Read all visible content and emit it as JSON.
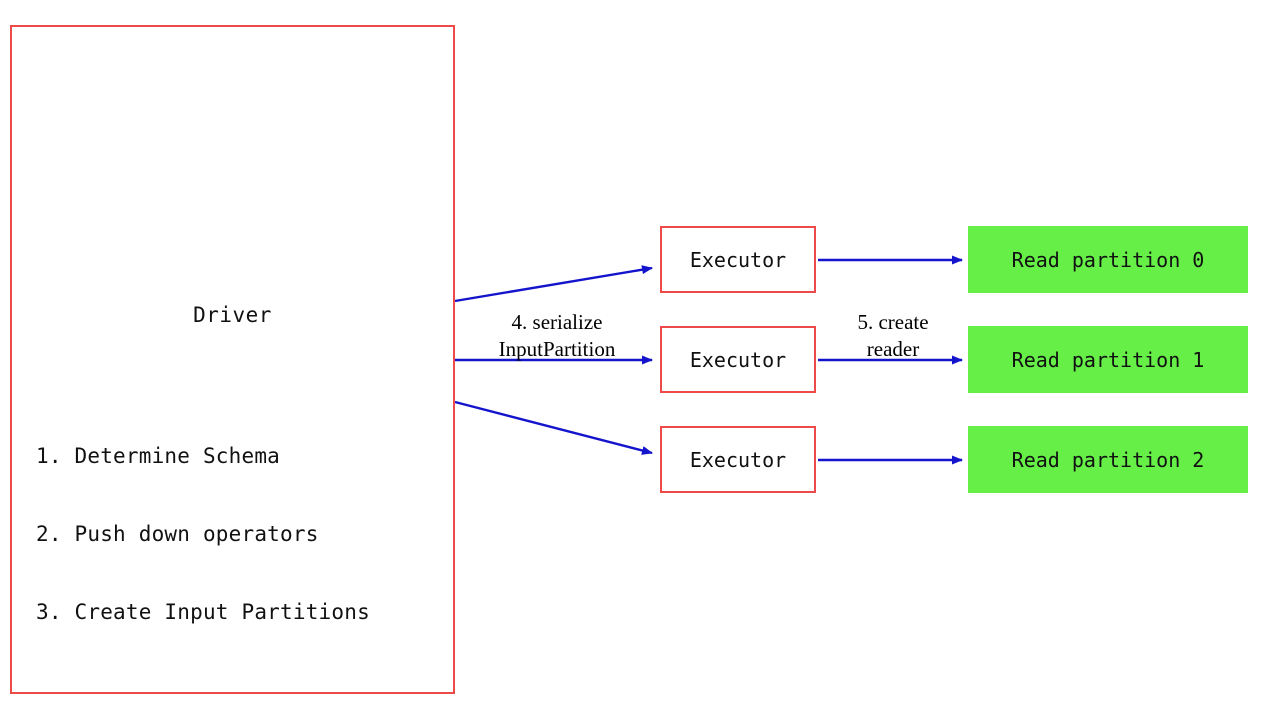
{
  "diagram": {
    "title_hidden": "",
    "colors": {
      "box_border_red": "#ef4a4a",
      "partition_green": "#66ef47",
      "arrow_blue": "#1414cc",
      "background": "#ffffff",
      "text": "#111111"
    },
    "driver": {
      "title": "Driver",
      "steps": [
        "1. Determine Schema",
        "2. Push down operators",
        "3. Create Input Partitions"
      ]
    },
    "executors": [
      {
        "label": "Executor"
      },
      {
        "label": "Executor"
      },
      {
        "label": "Executor"
      }
    ],
    "partitions": [
      {
        "label": "Read partition 0"
      },
      {
        "label": "Read partition 1"
      },
      {
        "label": "Read partition 2"
      }
    ],
    "edge_labels": {
      "serialize": {
        "line1": "4. serialize",
        "line2": "InputPartition"
      },
      "create_reader": {
        "line1": "5. create",
        "line2": "reader"
      }
    }
  }
}
